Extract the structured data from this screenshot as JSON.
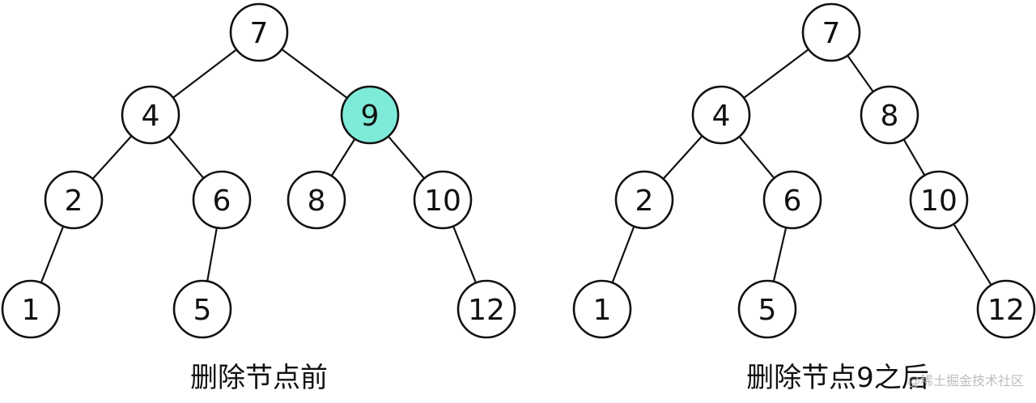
{
  "highlight_color": "#7eead8",
  "trees": [
    {
      "id": "before",
      "caption": "删除节点前",
      "nodes": [
        {
          "id": "n7",
          "label": "7"
        },
        {
          "id": "n4",
          "label": "4"
        },
        {
          "id": "n9",
          "label": "9",
          "highlight": true
        },
        {
          "id": "n2",
          "label": "2"
        },
        {
          "id": "n6",
          "label": "6"
        },
        {
          "id": "n8",
          "label": "8"
        },
        {
          "id": "n10",
          "label": "10"
        },
        {
          "id": "n1",
          "label": "1"
        },
        {
          "id": "n5",
          "label": "5"
        },
        {
          "id": "n12",
          "label": "12"
        }
      ],
      "edges": [
        [
          "n7",
          "n4"
        ],
        [
          "n7",
          "n9"
        ],
        [
          "n4",
          "n2"
        ],
        [
          "n4",
          "n6"
        ],
        [
          "n9",
          "n8"
        ],
        [
          "n9",
          "n10"
        ],
        [
          "n2",
          "n1"
        ],
        [
          "n6",
          "n5"
        ],
        [
          "n10",
          "n12"
        ]
      ]
    },
    {
      "id": "after",
      "caption": "删除节点9之后",
      "nodes": [
        {
          "id": "m7",
          "label": "7"
        },
        {
          "id": "m4",
          "label": "4"
        },
        {
          "id": "m8",
          "label": "8"
        },
        {
          "id": "m2",
          "label": "2"
        },
        {
          "id": "m6",
          "label": "6"
        },
        {
          "id": "m10",
          "label": "10"
        },
        {
          "id": "m1",
          "label": "1"
        },
        {
          "id": "m5",
          "label": "5"
        },
        {
          "id": "m12",
          "label": "12"
        }
      ],
      "edges": [
        [
          "m7",
          "m4"
        ],
        [
          "m7",
          "m8"
        ],
        [
          "m4",
          "m2"
        ],
        [
          "m4",
          "m6"
        ],
        [
          "m8",
          "m10"
        ],
        [
          "m2",
          "m1"
        ],
        [
          "m6",
          "m5"
        ],
        [
          "m10",
          "m12"
        ]
      ]
    }
  ],
  "watermark": "@稀土掘金技术社区"
}
